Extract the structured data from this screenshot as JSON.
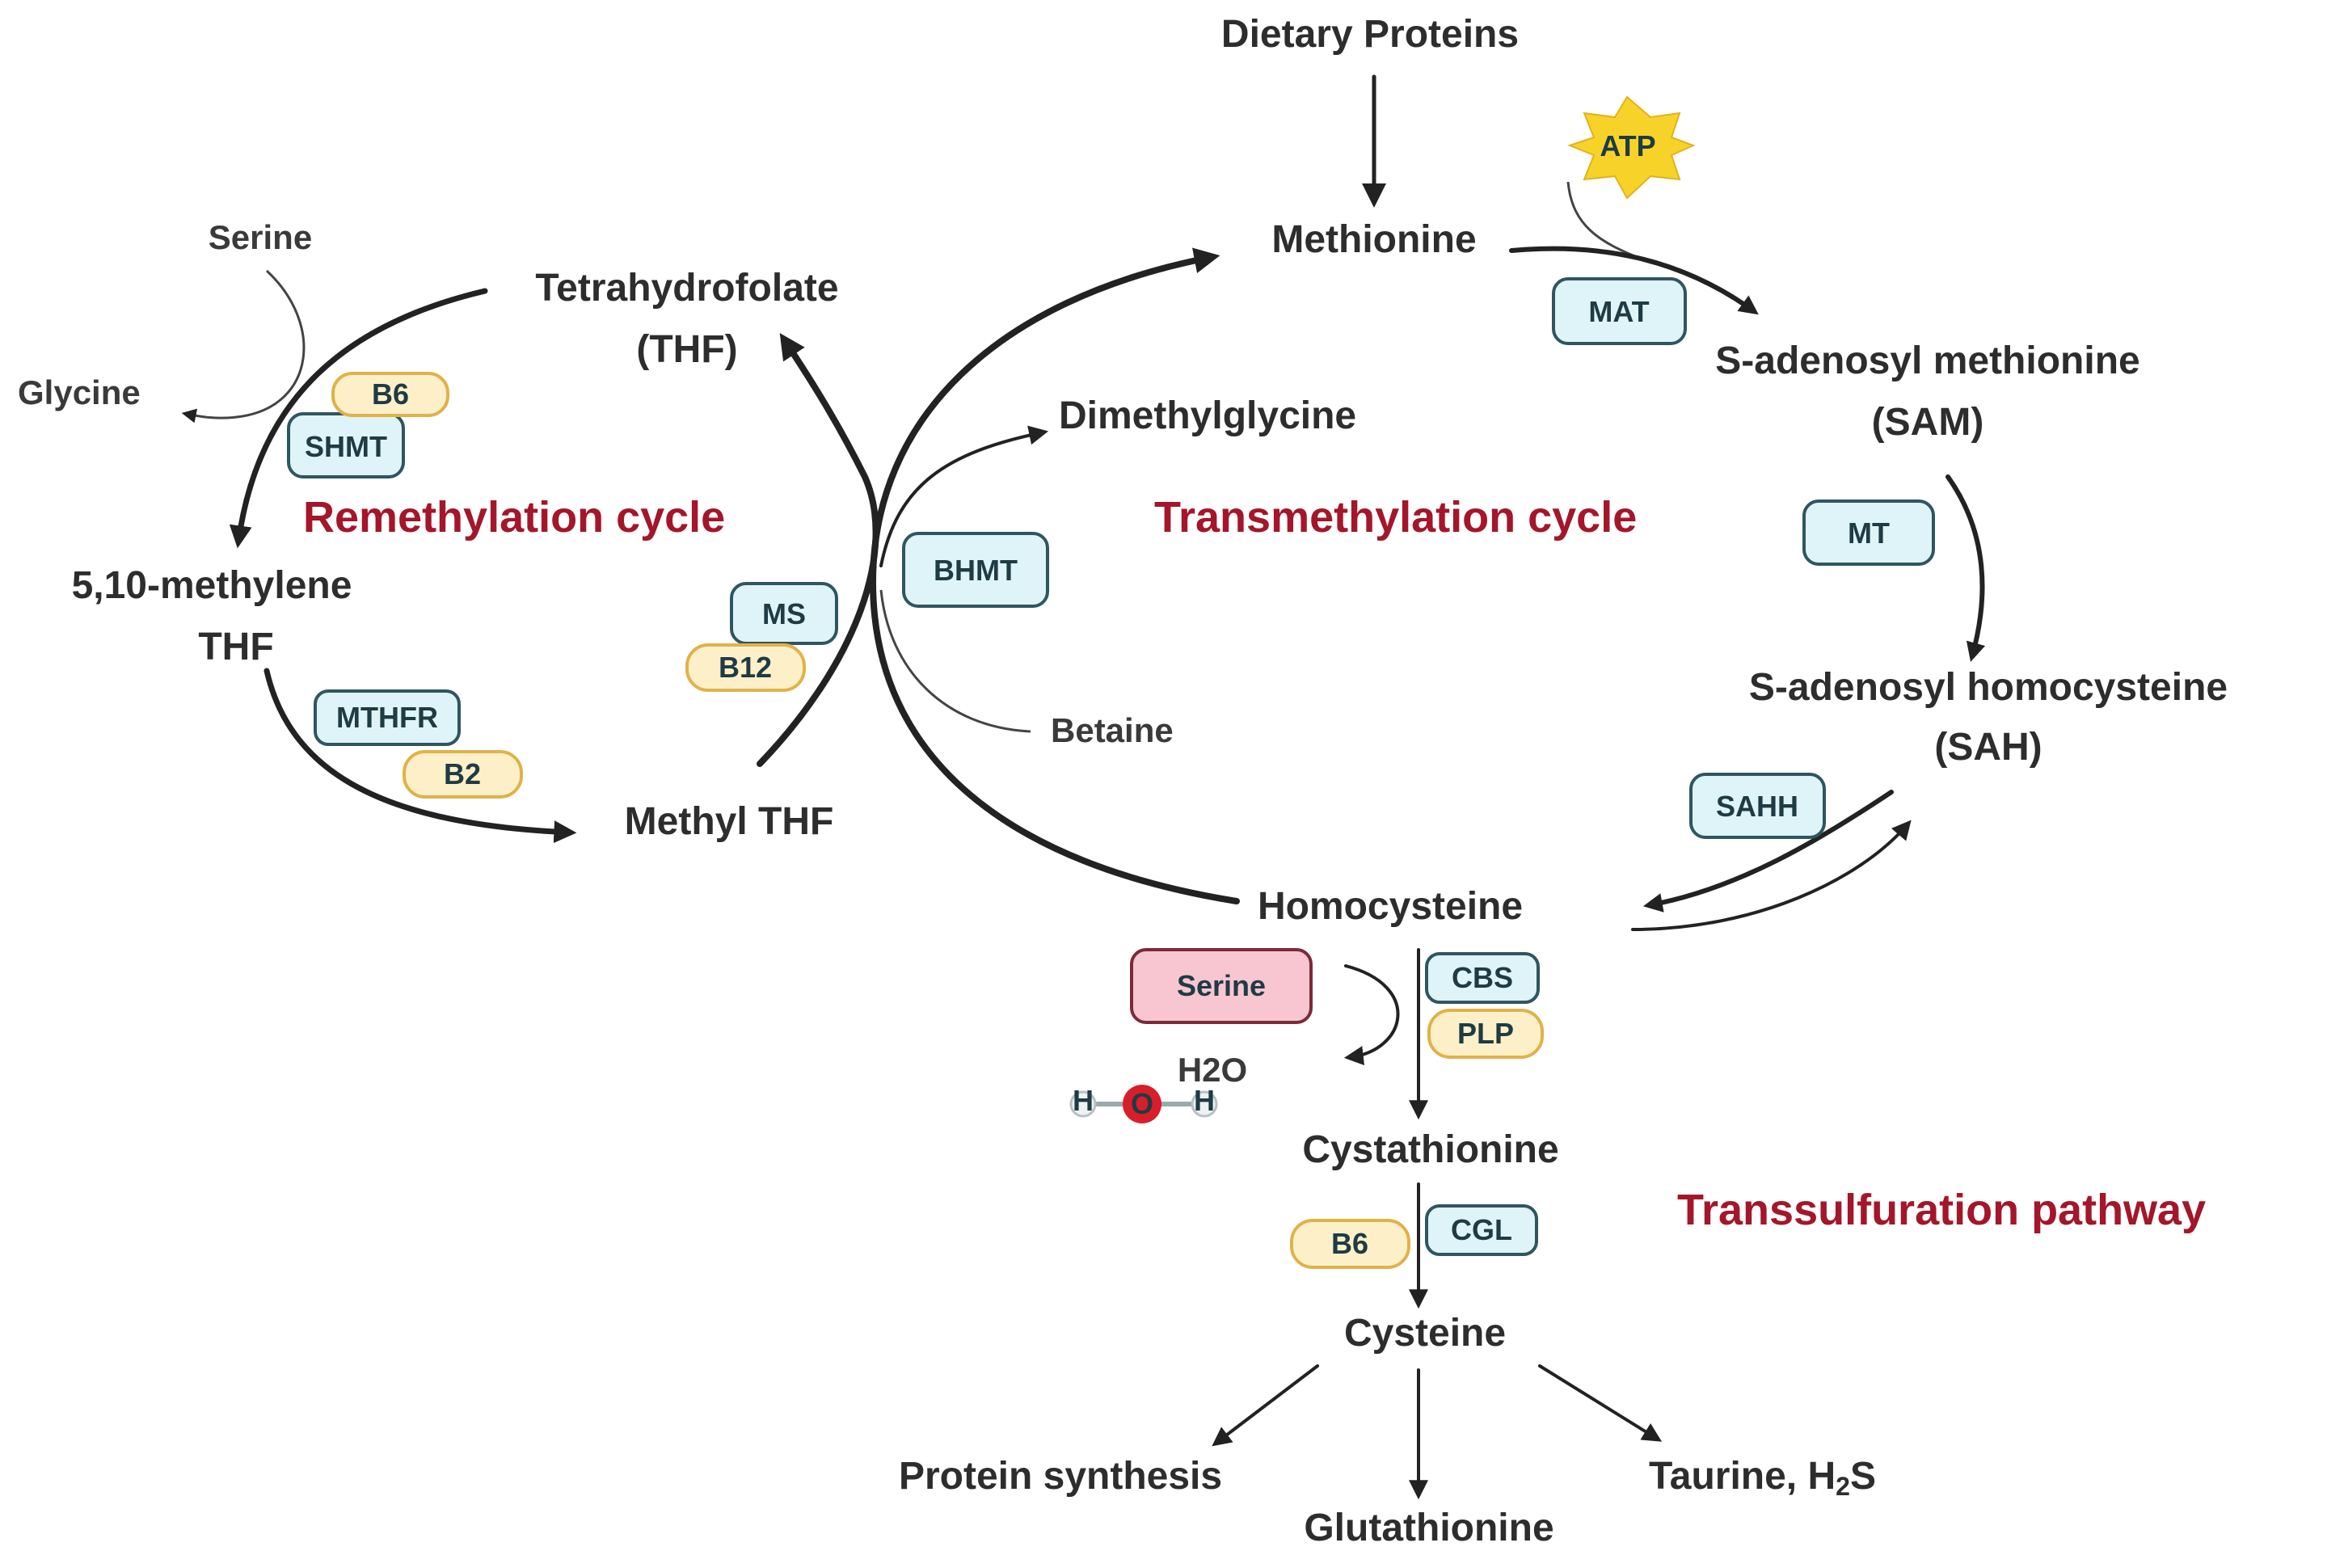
{
  "nodes": {
    "dietary_proteins": "Dietary Proteins",
    "methionine": "Methionine",
    "sam_line1": "S-adenosyl methionine",
    "sam_line2": "(SAM)",
    "sah_line1": "S-adenosyl homocysteine",
    "sah_line2": "(SAH)",
    "homocysteine": "Homocysteine",
    "dimethylglycine": "Dimethylglycine",
    "betaine": "Betaine",
    "thf_line1": "Tetrahydrofolate",
    "thf_line2": "(THF)",
    "serine_top": "Serine",
    "glycine": "Glycine",
    "mthf_line1": "5,10-methylene",
    "mthf_line2": "THF",
    "methyl_thf": "Methyl THF",
    "cystathionine": "Cystathionine",
    "cysteine": "Cysteine",
    "protein_synthesis": "Protein synthesis",
    "glutathionine": "Glutathionine",
    "taurine_prefix": "Taurine, H",
    "taurine_sub": "2",
    "taurine_suffix": "S",
    "h2o": "H2O",
    "serine_box": "Serine"
  },
  "cycles": {
    "remethylation": "Remethylation cycle",
    "transmethylation": "Transmethylation cycle",
    "transsulfuration": "Transsulfuration pathway"
  },
  "enzymes": {
    "mat": "MAT",
    "mt": "MT",
    "sahh": "SAHH",
    "bhmt": "BHMT",
    "ms": "MS",
    "shmt": "SHMT",
    "mthfr": "MTHFR",
    "cbs": "CBS",
    "cgl": "CGL"
  },
  "cofactors": {
    "atp": "ATP",
    "b6_top": "B6",
    "b12": "B12",
    "b2": "B2",
    "plp": "PLP",
    "b6_bottom": "B6"
  },
  "molecule": {
    "o": "O",
    "h": "H"
  },
  "colors": {
    "cycle_label": "#a4162a",
    "enzyme_fill": "#dff4f8",
    "cofactor_fill": "#fdf0c8",
    "serine_fill": "#f7c6d0",
    "atp_star": "#f7d32a",
    "oxygen": "#d81e2a"
  }
}
